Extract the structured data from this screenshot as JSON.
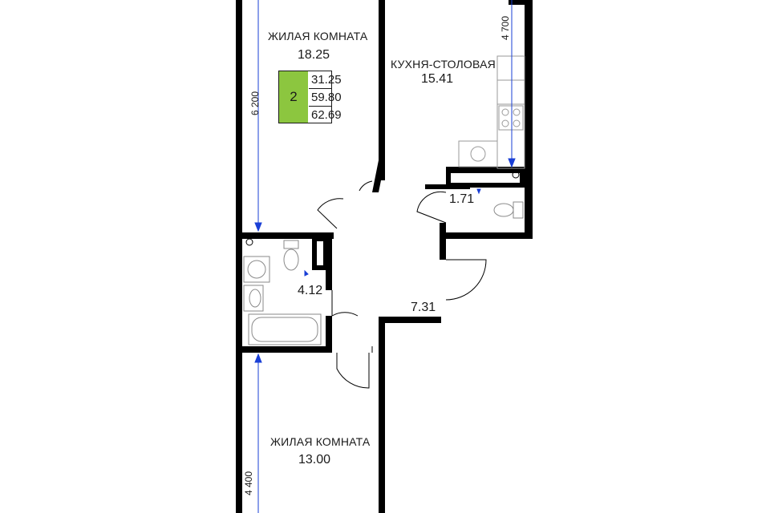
{
  "rooms": {
    "living1": {
      "name": "ЖИЛАЯ КОМНАТА",
      "area": "18.25"
    },
    "kitchen": {
      "name": "КУХНЯ-СТОЛОВАЯ",
      "area": "15.41"
    },
    "living2": {
      "name": "ЖИЛАЯ КОМНАТА",
      "area": "13.00"
    },
    "bathroom": {
      "area": "4.12"
    },
    "wc": {
      "area": "1.71"
    },
    "hall": {
      "area": "7.31"
    }
  },
  "badge": {
    "room_count": "2",
    "living_area": "31.25",
    "total_area": "59.80",
    "total_area_with_balcony": "62.69"
  },
  "dimensions": {
    "living1_height": "6 200",
    "kitchen_height": "4 700",
    "living2_height": "4 400"
  },
  "colors": {
    "wall": "#000000",
    "badge_green": "#8cc63f",
    "dimension_line": "#1a3fd6",
    "fixture": "#9a9a9a"
  }
}
